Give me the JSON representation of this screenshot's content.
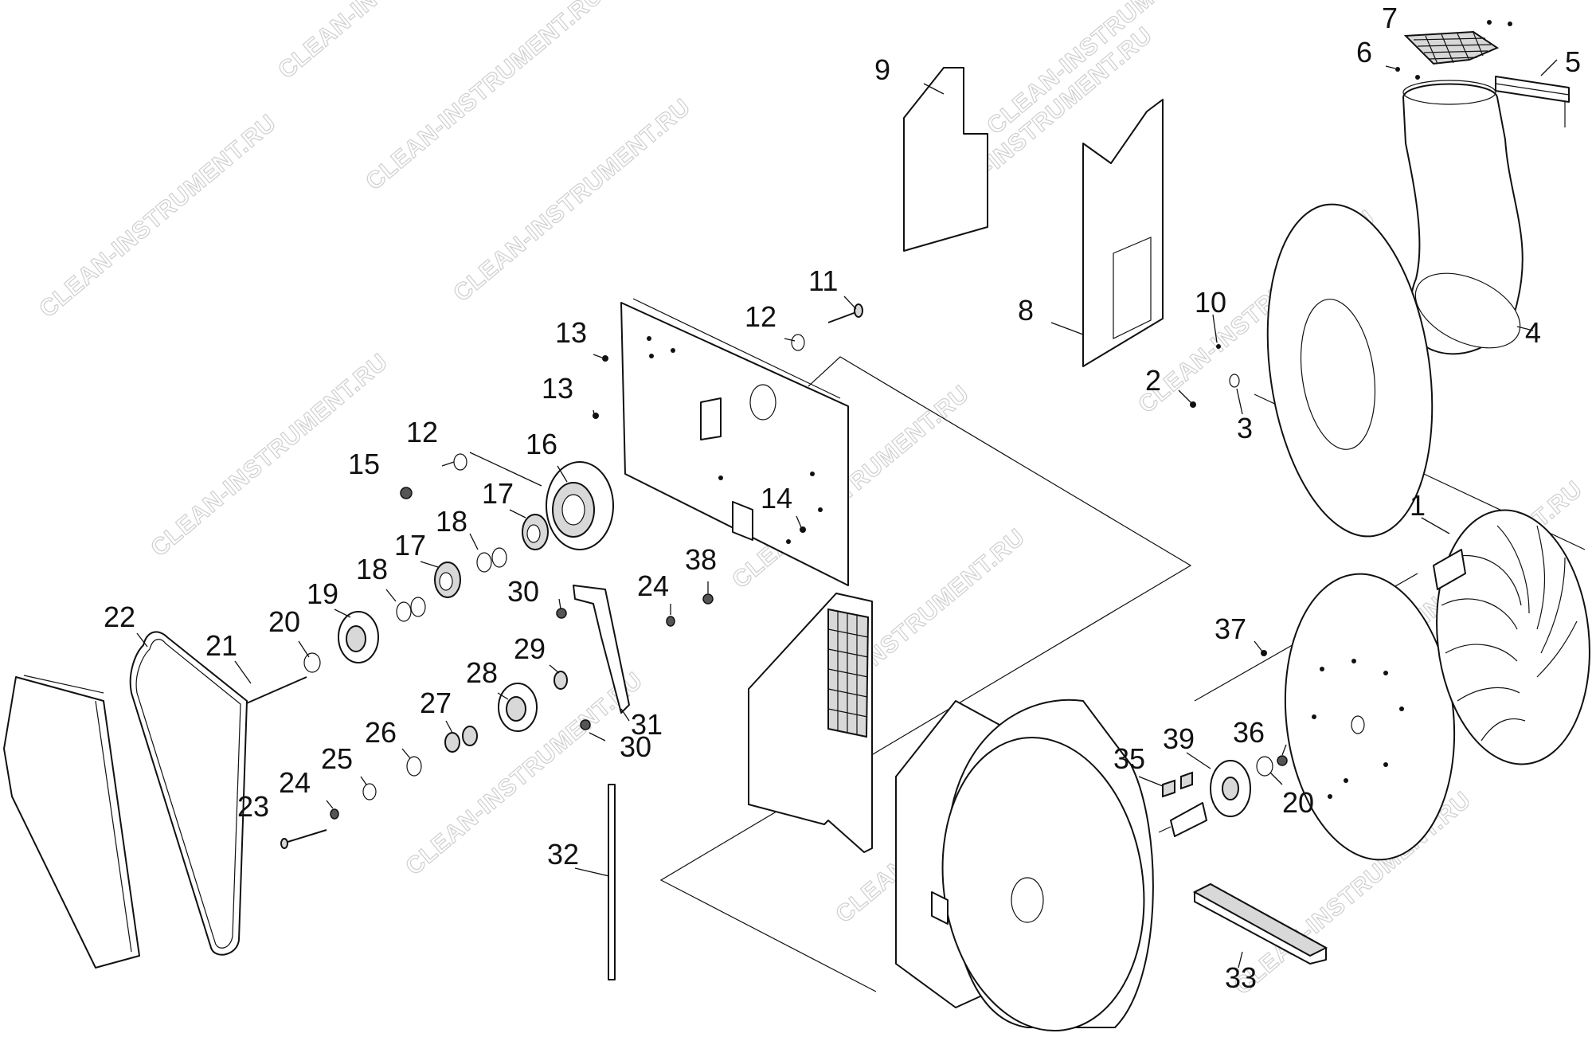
{
  "watermark": "CLEAN-INSTRUMENT.RU",
  "callouts": {
    "c1": "1",
    "c2": "2",
    "c3": "3",
    "c4": "4",
    "c5": "5",
    "c6": "6",
    "c7": "7",
    "c8": "8",
    "c9": "9",
    "c10": "10",
    "c11": "11",
    "c12a": "12",
    "c12b": "12",
    "c13a": "13",
    "c13b": "13",
    "c14": "14",
    "c15": "15",
    "c16": "16",
    "c17a": "17",
    "c17b": "17",
    "c18a": "18",
    "c18b": "18",
    "c19": "19",
    "c20a": "20",
    "c20b": "20",
    "c21": "21",
    "c22": "22",
    "c23": "23",
    "c24a": "24",
    "c24b": "24",
    "c25": "25",
    "c26": "26",
    "c27": "27",
    "c28": "28",
    "c29": "29",
    "c30a": "30",
    "c30b": "30",
    "c31": "31",
    "c32": "32",
    "c33": "33",
    "c35": "35",
    "c36": "36",
    "c37": "37",
    "c38": "38",
    "c39": "39"
  }
}
